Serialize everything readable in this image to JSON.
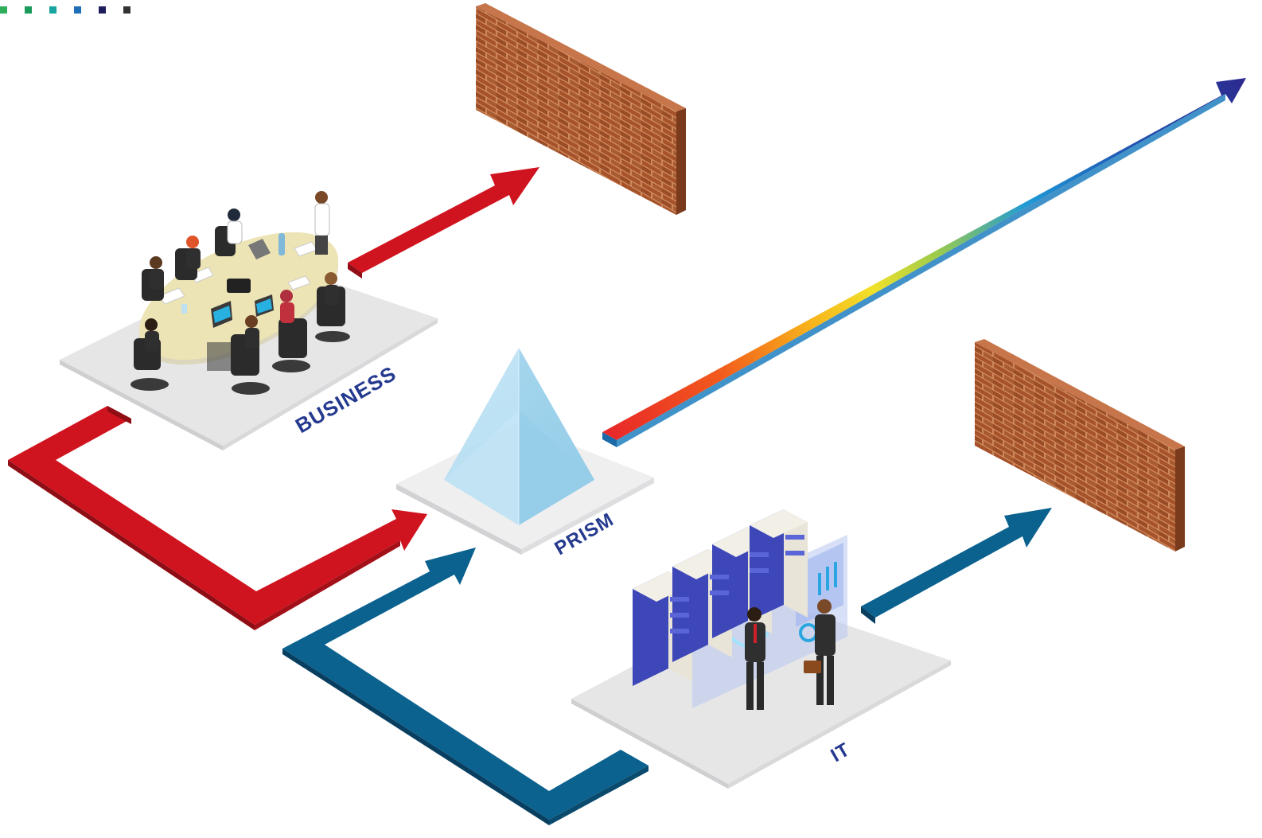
{
  "labels": {
    "business": "BUSINESS",
    "prism": "PRISM",
    "it": "IT"
  },
  "legend_dots": [
    "#2fae5a",
    "#1a9a5b",
    "#19a3a1",
    "#1f6fb8",
    "#1e1d5c",
    "#333333"
  ],
  "colors": {
    "red_arrow": "#c8141f",
    "red_side": "#8f0d15",
    "blue_arrow": "#0b5d8e",
    "blue_side": "#083f60",
    "platform": "#e9e9ea",
    "platform_side": "#c9c9cb",
    "brick": "#a6562f",
    "brick_mortar": "#d28a5b",
    "label": "#253a8f",
    "prism": "#9fd4ee"
  },
  "icons": [
    "meeting-table-illustration",
    "server-rack-illustration",
    "brick-wall-illustration",
    "prism-illustration"
  ]
}
